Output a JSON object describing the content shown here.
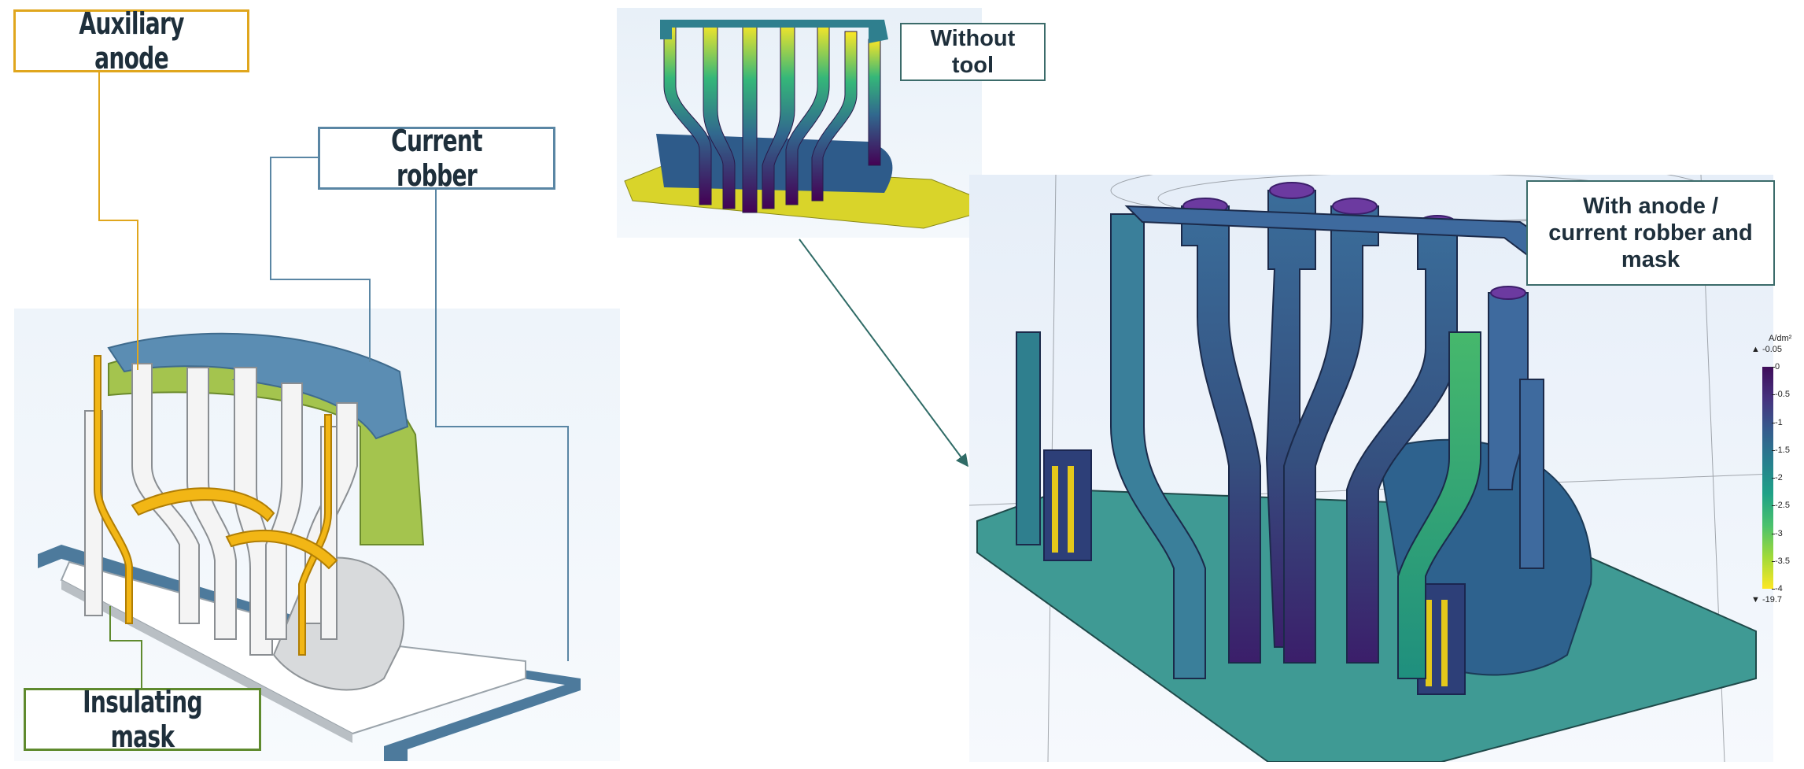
{
  "callouts": {
    "auxiliary_anode": "Auxiliary anode",
    "current_robber": "Current robber",
    "insulating_mask": "Insulating mask",
    "without_tool": "Without\ntool",
    "with_tool": "With anode /\ncurrent robber and\nmask"
  },
  "colors": {
    "anode_accent": "#e0a61d",
    "robber_accent": "#5a86a4",
    "mask_accent": "#5f8a2e",
    "result_accent": "#3b6b6a"
  },
  "colorbar": {
    "unit": "A/dm²",
    "max_label": "▲ -0.05",
    "min_label": "▼ -19.7",
    "ticks": [
      "0",
      "-0.5",
      "-1",
      "-1.5",
      "-2",
      "-2.5",
      "-3",
      "-3.5",
      "-4"
    ]
  }
}
